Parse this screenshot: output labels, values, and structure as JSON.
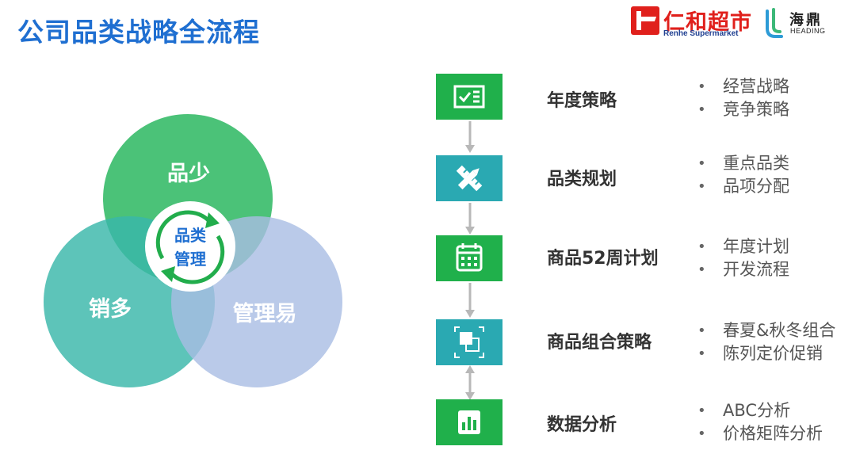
{
  "title": "公司品类战略全流程",
  "logos": {
    "renhe_cn": "仁和超市",
    "renhe_en": "Renhe Supermarket",
    "haiding_cn": "海鼎",
    "haiding_en": "HEADING"
  },
  "venn": {
    "top": "品少",
    "left": "销多",
    "right": "管理易",
    "center_line1": "品类",
    "center_line2": "管理",
    "colors": {
      "top": "#3cbd6c",
      "left": "#39b7a9",
      "right": "#a9bde3",
      "center_text": "#1f6fd1"
    }
  },
  "steps": [
    {
      "title": "年度策略",
      "icon": "checklist-icon",
      "color": "#20b04b",
      "bullets": [
        "经营战略",
        "竞争策略"
      ]
    },
    {
      "title": "品类规划",
      "icon": "pencil-ruler-icon",
      "color": "#2aa9b2",
      "bullets": [
        "重点品类",
        "品项分配"
      ]
    },
    {
      "title": "商品52周计划",
      "icon": "calendar-icon",
      "color": "#20b04b",
      "bullets": [
        "年度计划",
        "开发流程"
      ]
    },
    {
      "title": "商品组合策略",
      "icon": "combine-squares-icon",
      "color": "#2aa9b2",
      "bullets": [
        "春夏&秋冬组合",
        "陈列定价促销"
      ]
    },
    {
      "title": "数据分析",
      "icon": "bar-chart-icon",
      "color": "#20b04b",
      "bullets": [
        "ABC分析",
        "价格矩阵分析"
      ]
    }
  ]
}
